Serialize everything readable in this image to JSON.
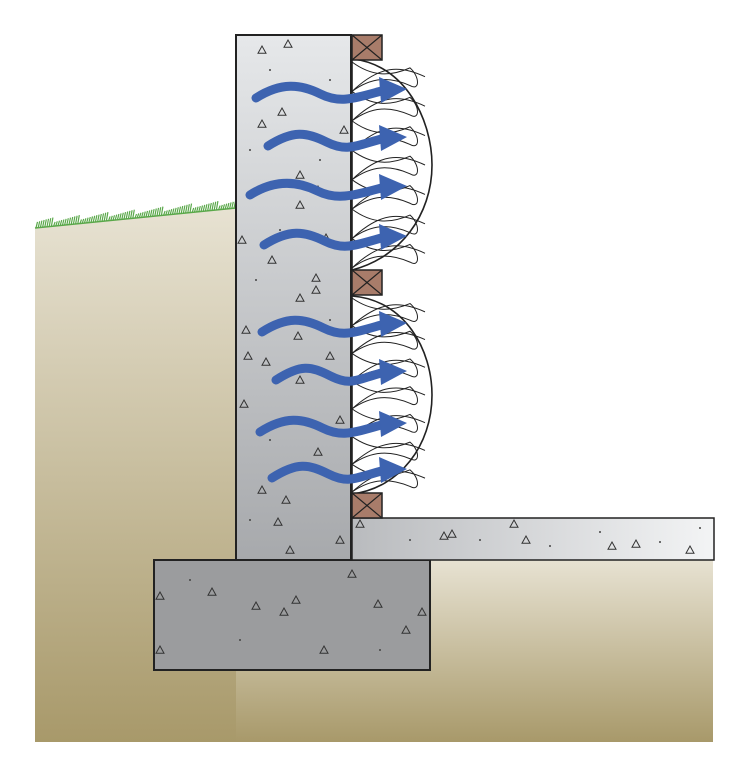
{
  "diagram": {
    "subject": "",
    "colors": {
      "soil_top": "#e7e2d2",
      "soil_bottom": "#a8996a",
      "grass": "#5aa84a",
      "concrete_light": "#e6e8ea",
      "concrete_dark": "#a7a9ac",
      "footing": "#9b9c9e",
      "slab_light": "#f3f4f5",
      "slab_dark": "#b9bbbe",
      "wood_block": "#a87c6a",
      "insulation": "#ffffff",
      "outline": "#222222",
      "arrow": "#3d63b0"
    },
    "icons": {
      "airflow": "wavy-arrow-icon",
      "wood_block": "wood-block-icon",
      "insulation": "insulation-batt-icon"
    },
    "counts": {
      "airflow_arrows": 8,
      "wood_blocks": 3,
      "insulation_batts": 2
    }
  }
}
